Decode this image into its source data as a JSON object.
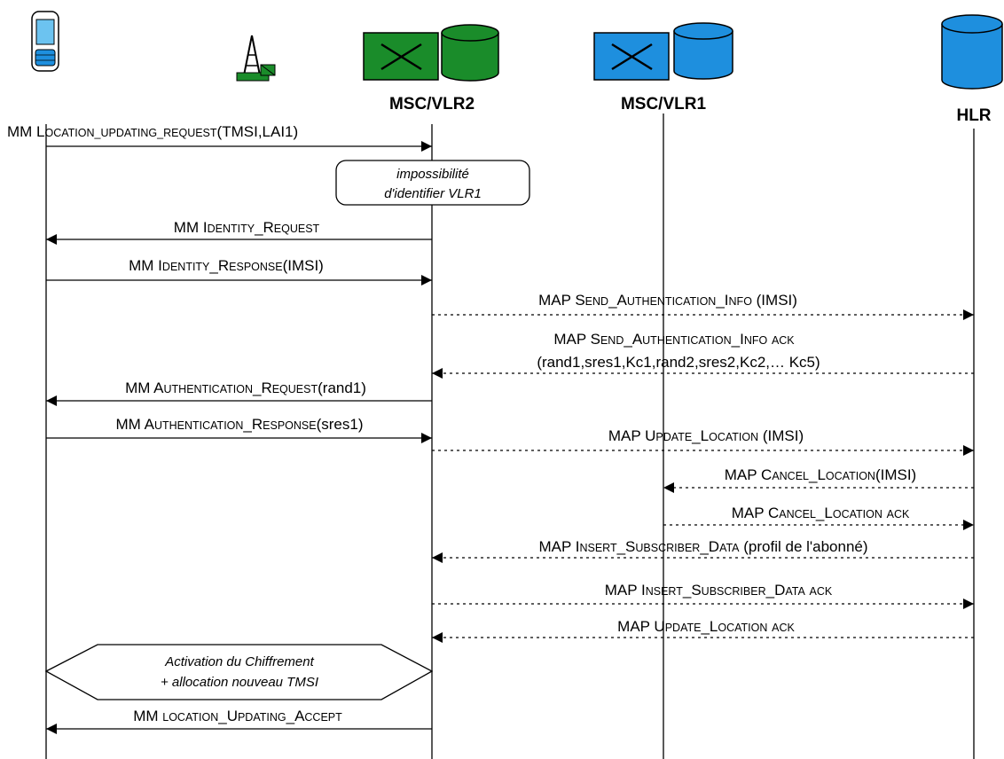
{
  "entities": {
    "msc_vlr2": "MSC/VLR2",
    "msc_vlr1": "MSC/VLR1",
    "hlr": "HLR"
  },
  "colors": {
    "vlr2": "#1a8c2a",
    "vlr1": "#1e8fde",
    "hlr": "#1e8fde"
  },
  "icons": [
    "mobile-phone-icon",
    "antenna-icon",
    "switch-icon",
    "database-icon"
  ],
  "messages": [
    {
      "id": "m1",
      "parts": [
        "MM L",
        "OCATION",
        "_",
        "UPDATING",
        "_",
        "REQUEST",
        "(TMSI,LAI1)"
      ]
    },
    {
      "id": "m2",
      "parts": [
        "MM I",
        "DENTITY",
        "_R",
        "EQUEST"
      ]
    },
    {
      "id": "m3",
      "parts": [
        "MM I",
        "DENTITY",
        "_R",
        "ESPONSE",
        "(IMSI)"
      ]
    },
    {
      "id": "m4",
      "parts": [
        "MAP S",
        "END",
        "_A",
        "UTHENTICATION",
        "_I",
        "NFO",
        " (IMSI)"
      ]
    },
    {
      "id": "m5",
      "parts": [
        "MAP S",
        "END",
        "_A",
        "UTHENTICATION",
        "_I",
        "NFO",
        " ",
        "ACK"
      ]
    },
    {
      "id": "m5b",
      "parts": [
        "(rand1,sres1,Kc1,rand2,sres2,Kc2,… Kc5)"
      ]
    },
    {
      "id": "m6",
      "parts": [
        "MM A",
        "UTHENTICATION",
        "_R",
        "EQUEST",
        "(rand1)"
      ]
    },
    {
      "id": "m7",
      "parts": [
        "MM A",
        "UTHENTICATION",
        "_R",
        "ESPONSE",
        "(sres1)"
      ]
    },
    {
      "id": "m8",
      "parts": [
        "MAP U",
        "PDATE",
        "_L",
        "OCATION",
        " (IMSI)"
      ]
    },
    {
      "id": "m9",
      "parts": [
        "MAP C",
        "ANCEL",
        "_L",
        "OCATION",
        "(IMSI)"
      ]
    },
    {
      "id": "m10",
      "parts": [
        "MAP C",
        "ANCEL",
        "_L",
        "OCATION",
        " ",
        "ACK"
      ]
    },
    {
      "id": "m11",
      "parts": [
        "MAP I",
        "NSERT",
        "_S",
        "UBSCRIBER",
        "_D",
        "ATA",
        " (profil de l'abonné)"
      ]
    },
    {
      "id": "m12",
      "parts": [
        "MAP I",
        "NSERT",
        "_S",
        "UBSCRIBER",
        "_D",
        "ATA",
        " ",
        "ACK"
      ]
    },
    {
      "id": "m13",
      "parts": [
        "MAP U",
        "PDATE",
        "_L",
        "OCATION",
        " ",
        "ACK"
      ]
    },
    {
      "id": "m14",
      "parts": [
        "MM ",
        "LOCATION",
        "_U",
        "PDATING",
        "_A",
        "CCEPT"
      ]
    }
  ],
  "notes": {
    "vlr_note": [
      "impossibilité",
      "d'identifier VLR1"
    ],
    "cipher_note": [
      "Activation du Chiffrement",
      "+ allocation nouveau TMSI"
    ]
  }
}
